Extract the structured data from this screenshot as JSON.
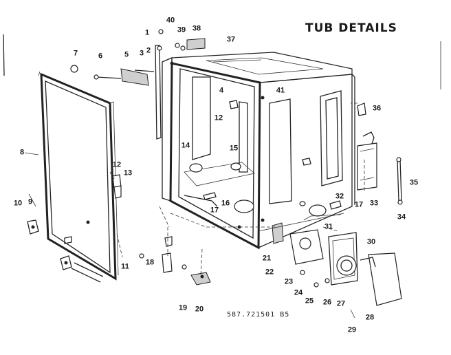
{
  "title": "TUB DETAILS",
  "part_code": "587.721501 B5",
  "callouts": {
    "n1": "1",
    "n2": "2",
    "n3": "3",
    "n4": "4",
    "n5": "5",
    "n6": "6",
    "n7": "7",
    "n8": "8",
    "n9": "9",
    "n10": "10",
    "n11": "11",
    "n12a": "12",
    "n12b": "12",
    "n13": "13",
    "n14": "14",
    "n15": "15",
    "n16": "16",
    "n17a": "17",
    "n17b": "17",
    "n18": "18",
    "n19": "19",
    "n20": "20",
    "n21": "21",
    "n22": "22",
    "n23": "23",
    "n24": "24",
    "n25": "25",
    "n26": "26",
    "n27": "27",
    "n28": "28",
    "n29": "29",
    "n30": "30",
    "n31": "31",
    "n32": "32",
    "n33": "33",
    "n34": "34",
    "n35": "35",
    "n36": "36",
    "n37": "37",
    "n38": "38",
    "n39": "39",
    "n40": "40",
    "n41": "41"
  }
}
